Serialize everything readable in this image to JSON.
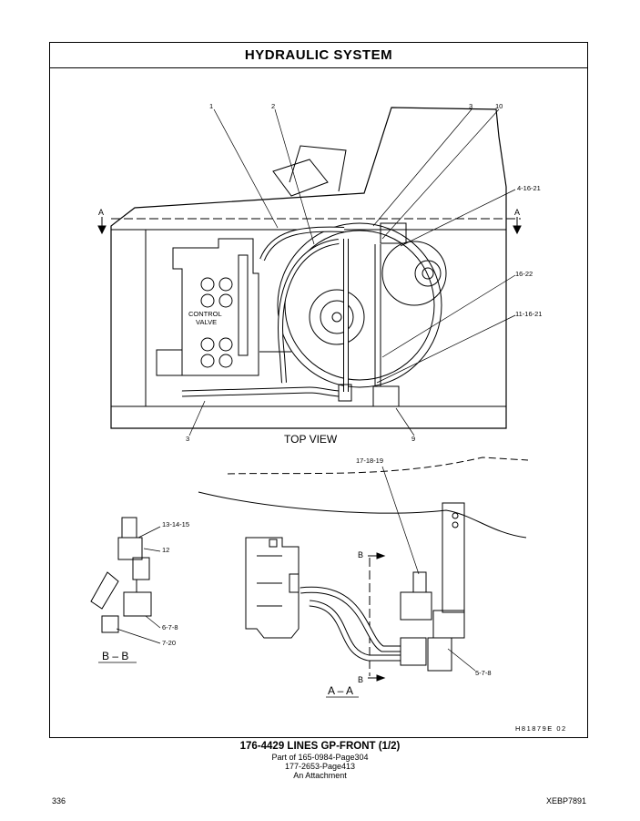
{
  "header": {
    "title": "HYDRAULIC  SYSTEM"
  },
  "top_view": {
    "callouts": {
      "c1": "1",
      "c2": "2",
      "c3a": "3",
      "c10": "10",
      "c4_16_21": "4-16-21",
      "c16_22": "16-22",
      "c11_16_21": "11-16-21",
      "c3b": "3",
      "c9": "9"
    },
    "section_marker": "A",
    "control_valve_line1": "CONTROL",
    "control_valve_line2": "VALVE",
    "view_label": "TOP VIEW"
  },
  "section_bb": {
    "callouts": {
      "c13_14_15": "13-14-15",
      "c12": "12",
      "c6_7_8": "6-7-8",
      "c7_20": "7-20"
    },
    "view_label": "B – B"
  },
  "section_aa": {
    "callouts": {
      "c17_18_19": "17-18-19",
      "c5_7_8": "5-7-8"
    },
    "section_marker": "B",
    "view_label": "A – A"
  },
  "drawing_id": "H81879E   02",
  "caption": {
    "title": "176-4429  LINES GP-FRONT (1/2)",
    "line1": "Part of 165-0984-Page304",
    "line2": "177-2653-Page413",
    "line3": "An Attachment"
  },
  "footer": {
    "page_number": "336",
    "doc_id": "XEBP7891"
  }
}
